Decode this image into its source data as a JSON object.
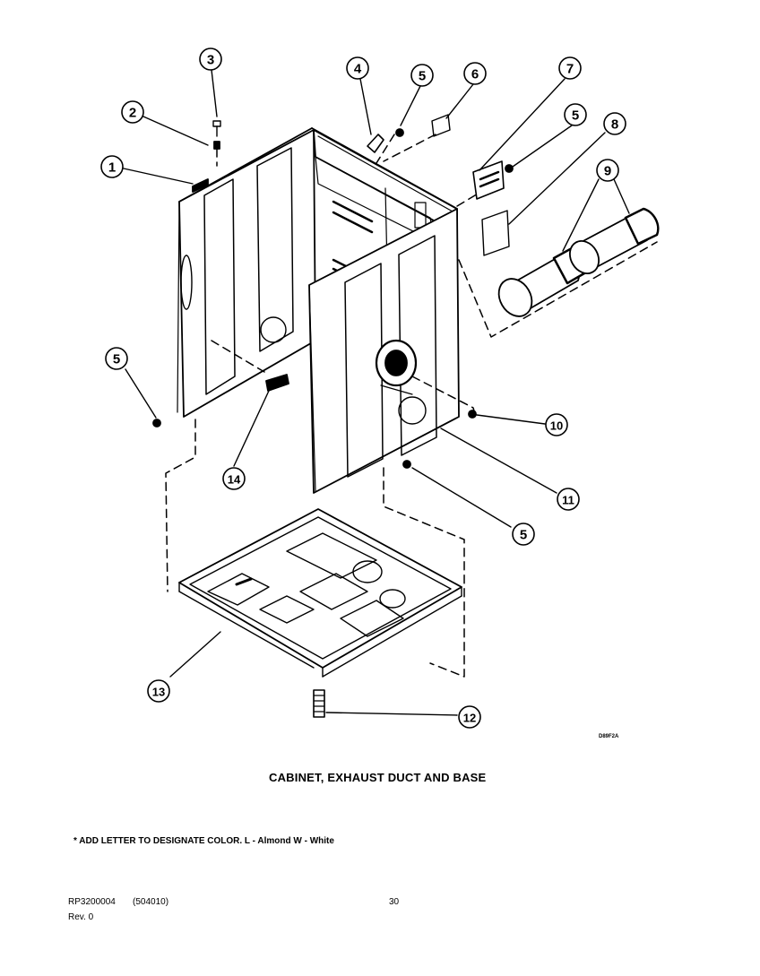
{
  "callouts": [
    "1",
    "2",
    "3",
    "4",
    "5",
    "6",
    "7",
    "5",
    "8",
    "9",
    "5",
    "10",
    "11",
    "5",
    "14",
    "13",
    "12"
  ],
  "drawing_code": "D89F2A",
  "title": "CABINET, EXHAUST DUCT AND BASE",
  "footnote": "* ADD LETTER TO DESIGNATE COLOR.  L - Almond  W - White",
  "footer": {
    "part_number": "RP3200004",
    "code": "(504010)",
    "page": "30",
    "revision": "Rev. 0"
  }
}
